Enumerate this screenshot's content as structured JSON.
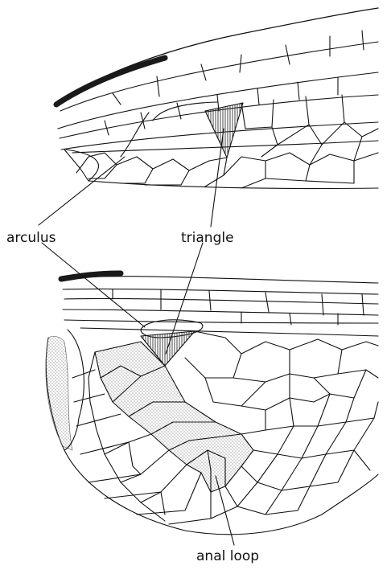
{
  "labels": {
    "arculus": "arculus",
    "triangle": "triangle",
    "anal_loop": "anal loop"
  },
  "colors": {
    "ink": "#111111",
    "shading": "#555555",
    "background": "#ffffff"
  }
}
